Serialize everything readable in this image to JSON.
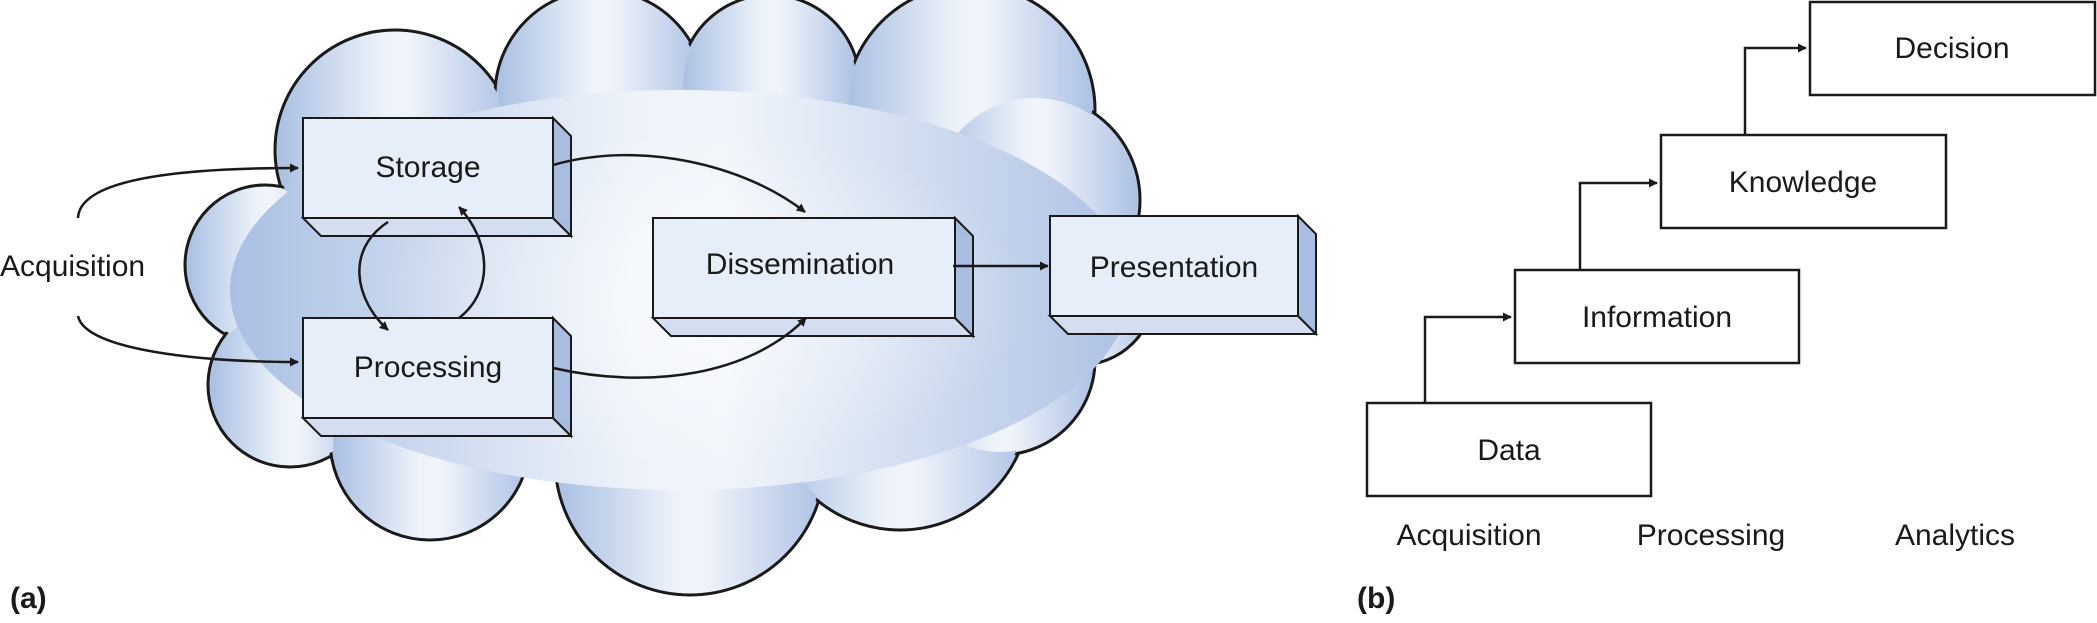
{
  "panel_a": {
    "label": "(a)",
    "nodes": {
      "storage": "Storage",
      "processing": "Processing",
      "dissemination": "Dissemination",
      "presentation": "Presentation"
    },
    "side_label": "Acquisition"
  },
  "panel_b": {
    "label": "(b)",
    "steps": [
      "Data",
      "Information",
      "Knowledge",
      "Decision"
    ],
    "stages": [
      "Acquisition",
      "Processing",
      "Analytics"
    ]
  },
  "colors": {
    "cloud_light": "#f1f5fb",
    "cloud_dark": "#a9bfe2",
    "box_face": "#e6eef9",
    "box_side": "#a8bde0",
    "stroke": "#1a1a1a"
  }
}
